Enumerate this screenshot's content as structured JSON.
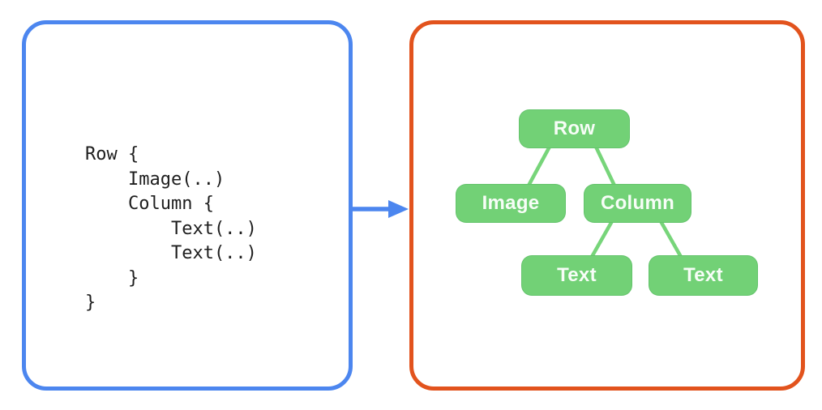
{
  "code_panel": {
    "border_color": "#4c86ef",
    "code": "Row {\n    Image(..)\n    Column {\n        Text(..)\n        Text(..)\n    }\n}"
  },
  "arrow": {
    "direction": "right",
    "color": "#4c86ef"
  },
  "tree_panel": {
    "border_color": "#e2531d",
    "node_fill": "#72d176",
    "node_text_color": "#f7fdf7",
    "edge_color": "#77d57a",
    "nodes": {
      "row": "Row",
      "image": "Image",
      "column": "Column",
      "text_left": "Text",
      "text_right": "Text"
    },
    "edges": [
      [
        "Row",
        "Image"
      ],
      [
        "Row",
        "Column"
      ],
      [
        "Column",
        "Text (left)"
      ],
      [
        "Column",
        "Text (right)"
      ]
    ]
  }
}
